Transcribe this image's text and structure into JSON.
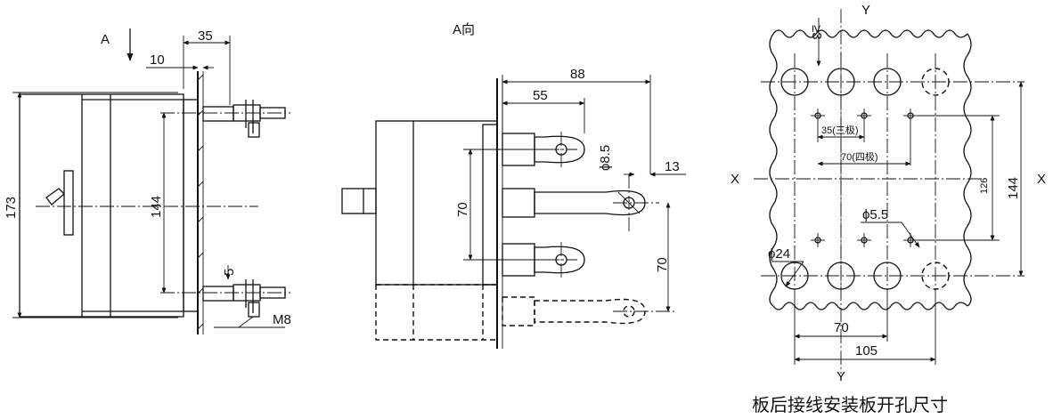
{
  "left_view": {
    "view_arrow_label": "A",
    "dims": {
      "d35": "35",
      "d10": "10",
      "d173": "173",
      "d144": "144",
      "d5": "5",
      "m8": "M8"
    }
  },
  "middle_view": {
    "title": "A向",
    "dims": {
      "d88": "88",
      "d55": "55",
      "d8_5": "ϕ8.5",
      "d13": "13",
      "d70a": "70",
      "d70b": "70"
    }
  },
  "right_view": {
    "axis_y_top": "Y",
    "axis_y_bottom": "Y",
    "axis_x_left": "X",
    "axis_x_right": "X",
    "dims": {
      "d3": "≥3",
      "d35_3pole": "35(三极)",
      "d70_4pole": "70(四极)",
      "d126": "126",
      "d144": "144",
      "d5_5": "ϕ5.5",
      "d24": "ϕ24",
      "d70": "70",
      "d105": "105"
    },
    "caption": "板后接线安装板开孔尺寸"
  }
}
